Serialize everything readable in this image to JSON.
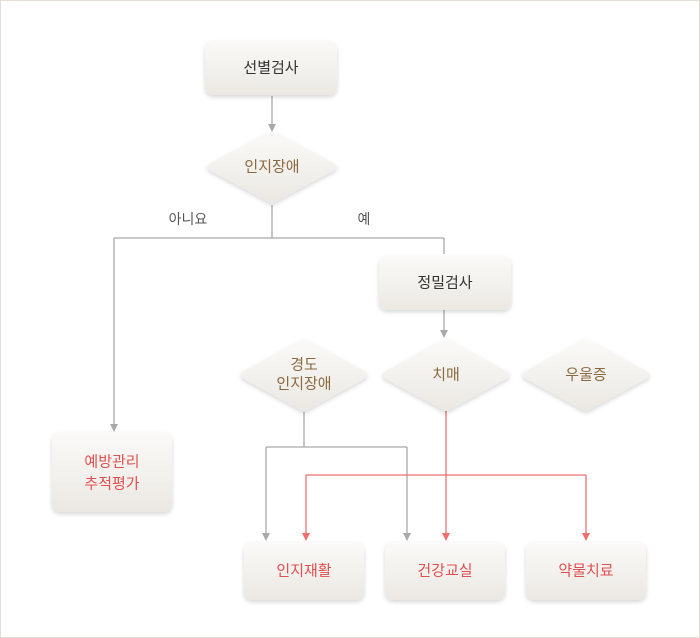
{
  "nodes": {
    "screening": "선별검사",
    "cognitive_impairment": "인지장애",
    "detailed_exam": "정밀검사",
    "mild_cognitive": [
      "경도",
      "인지장애"
    ],
    "dementia": "치매",
    "depression": "우울증",
    "prevention": [
      "예방관리",
      "추적평가"
    ],
    "cognitive_rehab": "인지재활",
    "health_class": "건강교실",
    "drug_therapy": "약물치료"
  },
  "edge_labels": {
    "no": "아니요",
    "yes": "예"
  },
  "colors": {
    "grey_line": "#a9a9a9",
    "red_line": "#ef6f6f",
    "brown_text": "#8a6a3f",
    "red_text": "#e05050",
    "dark_text": "#333333"
  }
}
